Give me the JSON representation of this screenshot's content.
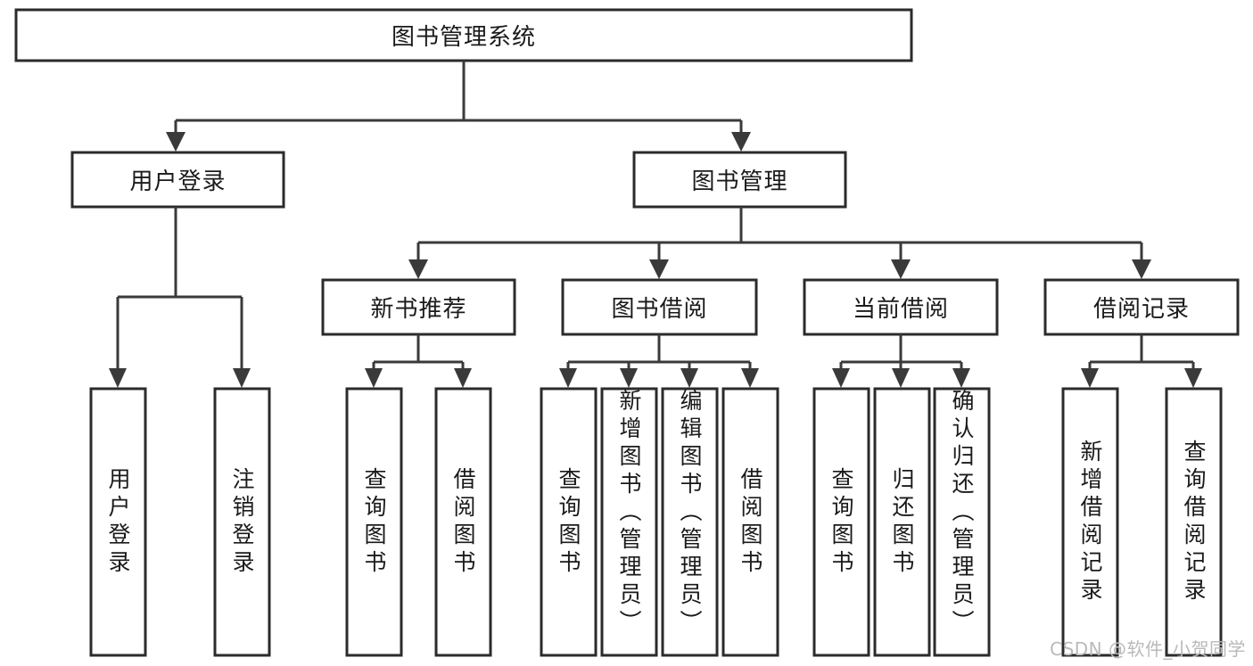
{
  "diagram": {
    "title_node": {
      "label": "图书管理系统",
      "orientation": "horizontal"
    },
    "level2": [
      {
        "id": "user-login",
        "label": "用户登录",
        "orientation": "horizontal"
      },
      {
        "id": "book-management",
        "label": "图书管理",
        "orientation": "horizontal"
      }
    ],
    "level3": [
      {
        "id": "new-book-recommend",
        "label": "新书推荐",
        "orientation": "horizontal"
      },
      {
        "id": "book-borrow",
        "label": "图书借阅",
        "orientation": "horizontal"
      },
      {
        "id": "current-borrow",
        "label": "当前借阅",
        "orientation": "horizontal"
      },
      {
        "id": "borrow-record",
        "label": "借阅记录",
        "orientation": "horizontal"
      }
    ],
    "leaves": [
      {
        "id": "leaf-user-login",
        "label": "用户登录",
        "parent": "user-login"
      },
      {
        "id": "leaf-logout-login",
        "label": "注销登录",
        "parent": "user-login"
      },
      {
        "id": "leaf-query-book-1",
        "label": "查询图书",
        "parent": "new-book-recommend"
      },
      {
        "id": "leaf-borrow-book-1",
        "label": "借阅图书",
        "parent": "new-book-recommend"
      },
      {
        "id": "leaf-query-book-2",
        "label": "查询图书",
        "parent": "book-borrow"
      },
      {
        "id": "leaf-add-book-admin",
        "label": "新增图书（管理员）",
        "parent": "book-borrow"
      },
      {
        "id": "leaf-edit-book-admin",
        "label": "编辑图书（管理员）",
        "parent": "book-borrow"
      },
      {
        "id": "leaf-borrow-book-2",
        "label": "借阅图书",
        "parent": "book-borrow"
      },
      {
        "id": "leaf-query-book-3",
        "label": "查询图书",
        "parent": "current-borrow"
      },
      {
        "id": "leaf-return-book",
        "label": "归还图书",
        "parent": "current-borrow"
      },
      {
        "id": "leaf-confirm-return-admin",
        "label": "确认归还（管理员）",
        "parent": "current-borrow"
      },
      {
        "id": "leaf-add-borrow-record",
        "label": "新增借阅记录",
        "parent": "borrow-record"
      },
      {
        "id": "leaf-query-borrow-record",
        "label": "查询借阅记录",
        "parent": "borrow-record"
      }
    ],
    "colors": {
      "box_stroke": "#2b2b2b",
      "connector": "#3a3a3a",
      "box_fill": "#ffffff",
      "text": "#1a1a1a",
      "watermark": "#b9b9b9",
      "background": "#ffffff"
    }
  },
  "watermark": {
    "text": "CSDN @软件_小贺同学"
  }
}
